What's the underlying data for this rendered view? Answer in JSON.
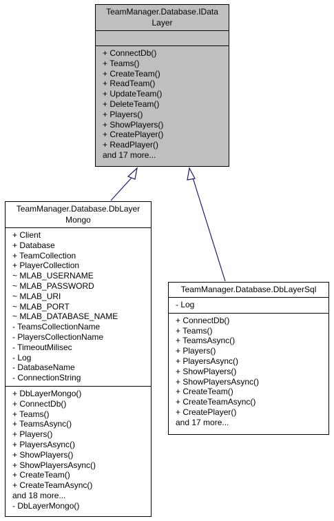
{
  "interface_box": {
    "title_line1": "TeamManager.Database.IData",
    "title_line2": "Layer",
    "attributes": [],
    "methods": [
      "+ ConnectDb()",
      "+ Teams()",
      "+ CreateTeam()",
      "+ ReadTeam()",
      "+ UpdateTeam()",
      "+ DeleteTeam()",
      "+ Players()",
      "+ ShowPlayers()",
      "+ CreatePlayer()",
      "+ ReadPlayer()",
      "and 17 more..."
    ]
  },
  "mongo_box": {
    "title_line1": "TeamManager.Database.DbLayer",
    "title_line2": "Mongo",
    "attributes": [
      "+ Client",
      "+ Database",
      "+ TeamCollection",
      "+ PlayerCollection",
      "~ MLAB_USERNAME",
      "~ MLAB_PASSWORD",
      "~ MLAB_URI",
      "~ MLAB_PORT",
      "~ MLAB_DATABASE_NAME",
      "- TeamsCollectionName",
      "- PlayersCollectionName",
      "- TimeoutMilisec",
      "- Log",
      "- DatabaseName",
      "- ConnectionString"
    ],
    "methods": [
      "+ DbLayerMongo()",
      "+ ConnectDb()",
      "+ Teams()",
      "+ TeamsAsync()",
      "+ Players()",
      "+ PlayersAsync()",
      "+ ShowPlayers()",
      "+ ShowPlayersAsync()",
      "+ CreateTeam()",
      "+ CreateTeamAsync()",
      "and 18 more...",
      "- DbLayerMongo()"
    ]
  },
  "sql_box": {
    "title_line1": "TeamManager.Database.DbLayerSql",
    "attributes": [
      "- Log"
    ],
    "methods": [
      "+ ConnectDb()",
      "+ Teams()",
      "+ TeamsAsync()",
      "+ Players()",
      "+ PlayersAsync()",
      "+ ShowPlayers()",
      "+ ShowPlayersAsync()",
      "+ CreateTeam()",
      "+ CreateTeamAsync()",
      "+ CreatePlayer()",
      "and 17 more..."
    ]
  },
  "colors": {
    "interface_fill": "#bfbfbf",
    "class_fill": "#ffffff",
    "edge_stroke": "#191970"
  }
}
